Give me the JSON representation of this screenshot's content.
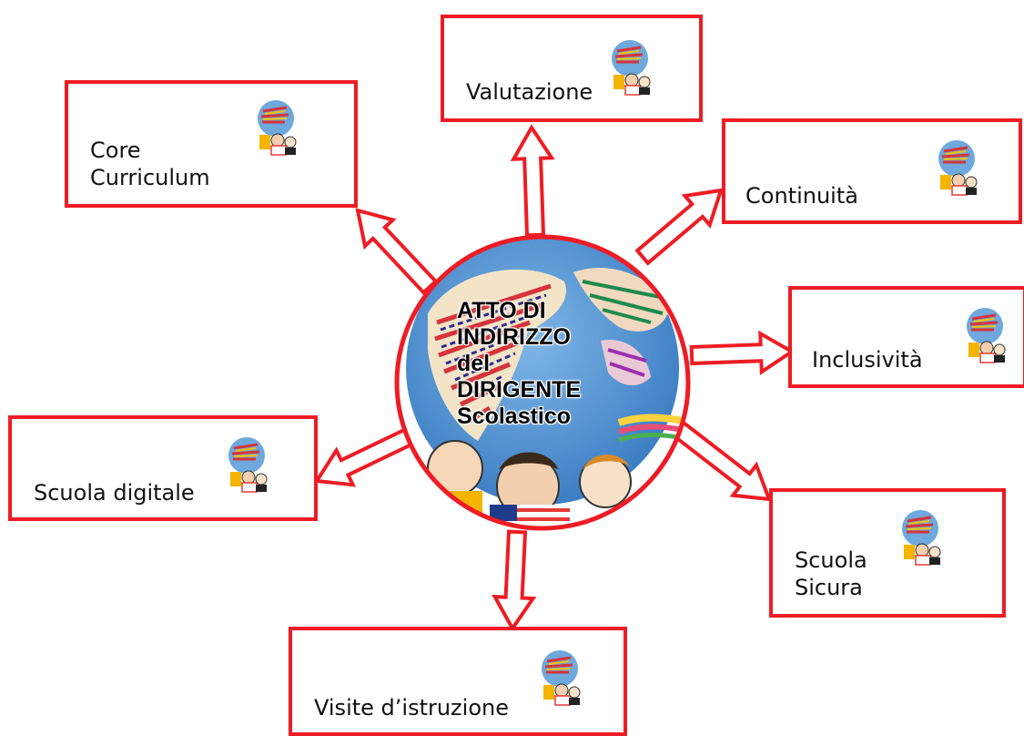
{
  "hub": {
    "title": "ATTO DI\nINDIRIZZO\ndel\nDIRIGENTE\nScolastico"
  },
  "nodes": [
    {
      "id": "core-curriculum",
      "label": "Core\nCurriculum"
    },
    {
      "id": "valutazione",
      "label": "Valutazione"
    },
    {
      "id": "continuita",
      "label": "Continuità"
    },
    {
      "id": "inclusivita",
      "label": "Inclusività"
    },
    {
      "id": "scuola-digitale",
      "label": "Scuola digitale"
    },
    {
      "id": "scuola-sicura",
      "label": "Scuola\nSicura"
    },
    {
      "id": "visite-istruzione",
      "label": "Visite d’istruzione"
    }
  ],
  "colors": {
    "border": "#ee1c24",
    "arrow_fill": "#ffffff",
    "globe": "#5b9bd5"
  },
  "icons": {
    "thumbnail": "globe-drawing-icon",
    "hub": "globe-illustration"
  }
}
